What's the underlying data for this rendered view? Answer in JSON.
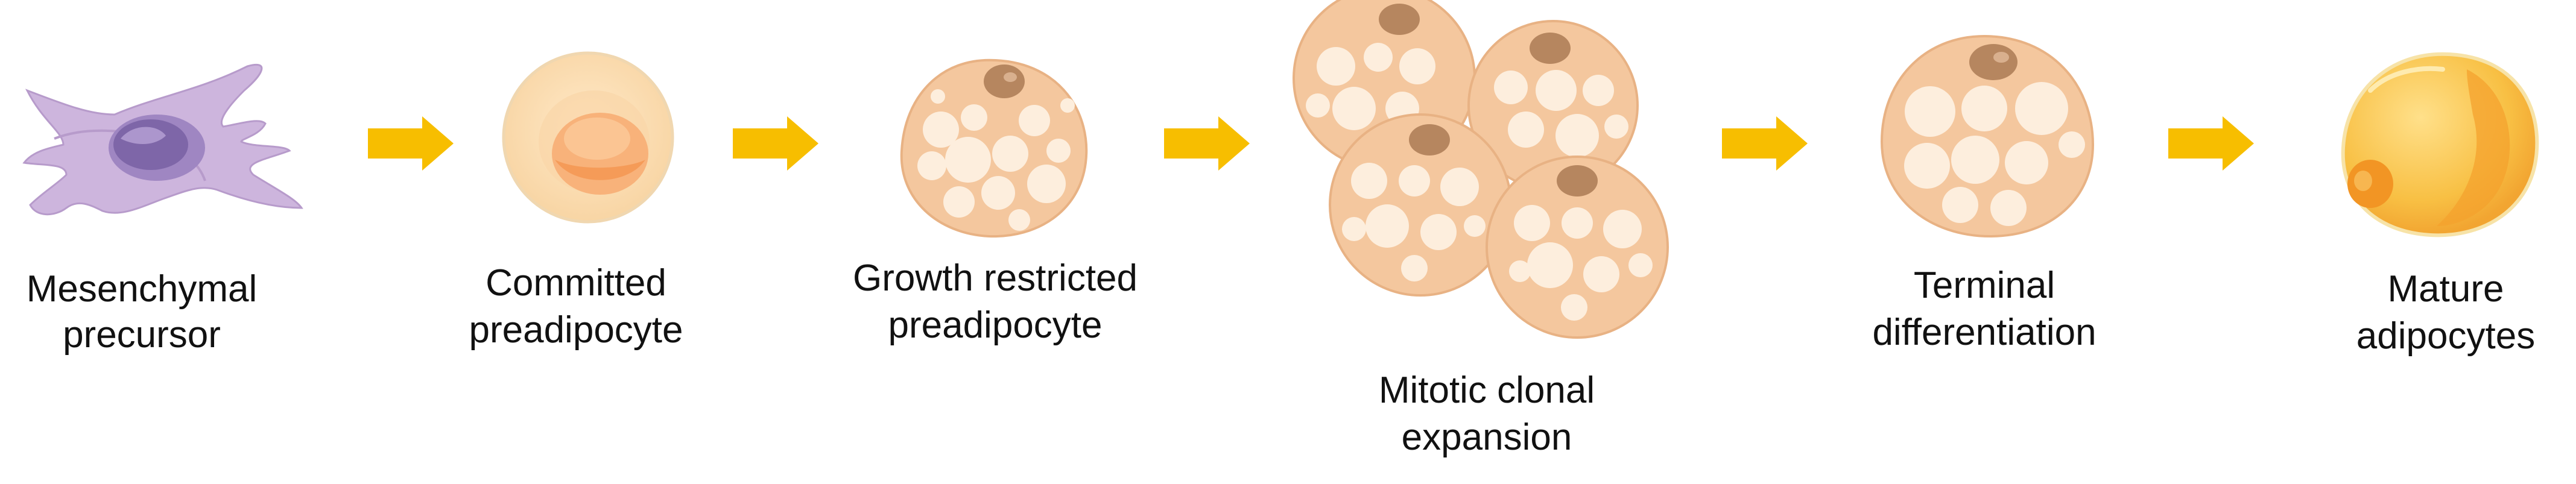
{
  "stages": [
    {
      "label_lines": [
        "Mesenchymal",
        "precursor"
      ],
      "icon": "mesenchymal-cell-icon"
    },
    {
      "label_lines": [
        "Committed",
        "preadipocyte"
      ],
      "icon": "committed-preadipocyte-icon"
    },
    {
      "label_lines": [
        "Growth restricted",
        "preadipocyte"
      ],
      "icon": "growth-restricted-preadipocyte-icon"
    },
    {
      "label_lines": [
        "Mitotic clonal",
        "expansion"
      ],
      "icon": "cell-cluster-icon"
    },
    {
      "label_lines": [
        "Terminal",
        "differentiation"
      ],
      "icon": "differentiating-cell-icon"
    },
    {
      "label_lines": [
        "Mature",
        "adipocytes"
      ],
      "icon": "mature-adipocyte-icon"
    }
  ],
  "colors": {
    "arrow": "#F7BE00",
    "cell_fill": "#F4C79E",
    "cell_stroke": "#E8B284",
    "lipid": "#FDEEDD",
    "nucleus": "#B6865F",
    "mesenchymal": "#CDB5DD",
    "mesenchymal_nucleus": "#7E66A8",
    "mature_fill": "#F7C045",
    "mature_inner": "#F5A623",
    "text": "#111111"
  }
}
